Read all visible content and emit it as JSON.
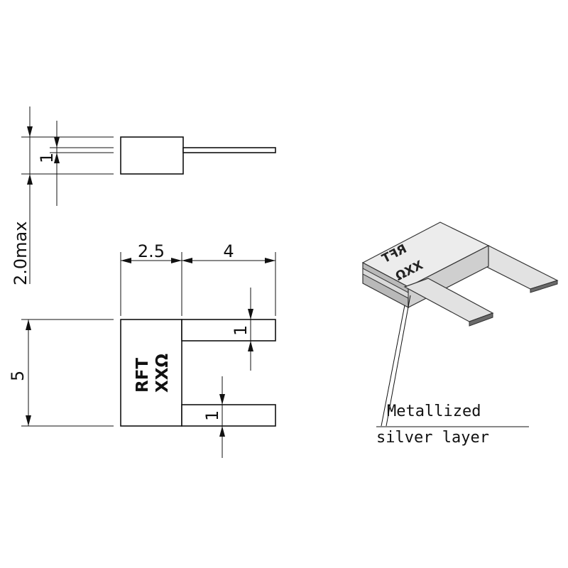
{
  "side_view": {
    "thickness_label": "1",
    "max_height_label": "2.0max"
  },
  "front_view": {
    "body_width_label": "2.5",
    "lead_length_label": "4",
    "height_label": "5",
    "upper_lead_width_label": "1",
    "lower_lead_width_label": "1",
    "marking_line1": "RFT",
    "marking_line2": "XXΩ"
  },
  "isometric_view": {
    "marking_line1": "RFT",
    "marking_line2": "XXΩ",
    "callout_line1": "Metallized",
    "callout_line2": "silver layer"
  }
}
